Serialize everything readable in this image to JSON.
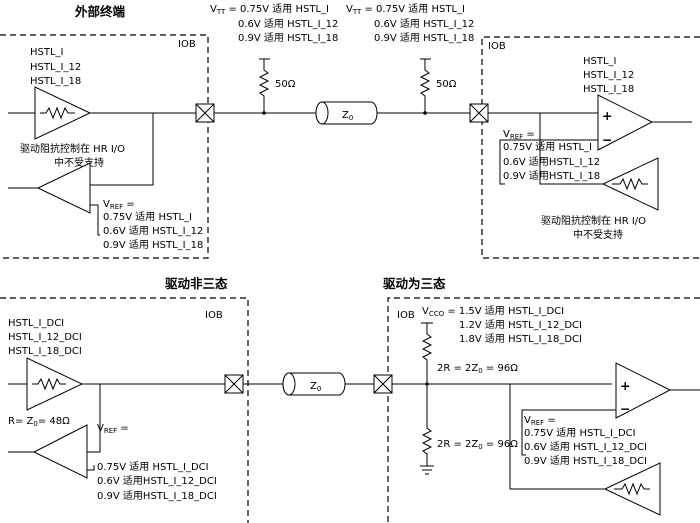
{
  "top": {
    "title": "外部终端",
    "iob_left": "IOB",
    "iob_right": "IOB",
    "left_standards": [
      "HSTL_I",
      "HSTL_I_12",
      "HSTL_I_18"
    ],
    "right_standards": [
      "HSTL_I",
      "HSTL_I_12",
      "HSTL_I_18"
    ],
    "vtt_left": [
      {
        "prefix": "V",
        "sub": "TT",
        "suffix": " = 0.75V 适用 HSTL_I"
      },
      {
        "prefix": "",
        "sub": "",
        "suffix": "0.6V 适用 HSTL_I_12"
      },
      {
        "prefix": "",
        "sub": "",
        "suffix": "0.9V 适用 HSTL_I_18"
      }
    ],
    "vtt_right": [
      {
        "prefix": "V",
        "sub": "TT",
        "suffix": " = 0.75V 适用 HSTL_I"
      },
      {
        "prefix": "",
        "sub": "",
        "suffix": "0.6V 适用 HSTL_I_12"
      },
      {
        "prefix": "",
        "sub": "",
        "suffix": "0.9V 适用 HSTL_I_18"
      }
    ],
    "res_left": "50Ω",
    "res_right": "50Ω",
    "z0": {
      "main": "Z",
      "sub": "0"
    },
    "left_driver_note": [
      "驱动阻抗控制在 HR I/O",
      "中不受支持"
    ],
    "right_driver_note": [
      "驱动阻抗控制在 HR I/O",
      "中不受支持"
    ],
    "vref_left": {
      "label": {
        "main": "V",
        "sub": "REF",
        "suffix": " ="
      },
      "lines": [
        "0.75V 适用 HSTL_I",
        "0.6V 适用 HSTL_I_12",
        "0.9V 适用 HSTL_I_18"
      ]
    },
    "vref_right": {
      "label": {
        "main": "V",
        "sub": "REF",
        "suffix": " ="
      },
      "lines": [
        "0.75V 适用 HSTL_I",
        "0.6V 适用HSTL_I_12",
        "0.9V 适用HSTL_I_18"
      ]
    },
    "plus": "+",
    "minus": "−"
  },
  "bottom": {
    "title_left": "驱动非三态",
    "title_right": "驱动为三态",
    "iob_left": "IOB",
    "iob_right": "IOB",
    "left_standards": [
      "HSTL_I_DCI",
      "HSTL_I_12_DCI",
      "HSTL_I_18_DCI"
    ],
    "r_label": {
      "pre": "R= Z",
      "sub": "0",
      "post": "= 48Ω"
    },
    "z0": {
      "main": "Z",
      "sub": "0"
    },
    "vref_left": {
      "label": {
        "main": "V",
        "sub": "REF",
        "suffix": " ="
      },
      "lines": [
        "0.75V 适用 HSTL_I_DCI",
        "0.6V 适用HSTL_I_12_DCI",
        "0.9V 适用HSTL_I_18_DCI"
      ]
    },
    "vcco": [
      {
        "prefix": "V",
        "sub": "CCO",
        "suffix": " = 1.5V 适用 HSTL_I_DCI"
      },
      {
        "prefix": "",
        "sub": "",
        "suffix": "1.2V 适用 HSTL_I_12_DCI"
      },
      {
        "prefix": "",
        "sub": "",
        "suffix": "1.8V 适用 HSTL_I_18_DCI"
      }
    ],
    "res_top": {
      "pre": "2R = 2Z",
      "sub": "0",
      "post": " = 96Ω"
    },
    "res_bottom": {
      "pre": "2R = 2Z",
      "sub": "0",
      "post": " = 96Ω"
    },
    "vref_right": {
      "label": {
        "main": "V",
        "sub": "REF",
        "suffix": " ="
      },
      "lines": [
        "0.75V 适用 HSTL_I_DCI",
        "0.6V 适用 HSTL_I_12_DCI",
        "0.9V 适用 HSTL_I_18_DCI"
      ]
    },
    "plus": "+",
    "minus": "−"
  }
}
